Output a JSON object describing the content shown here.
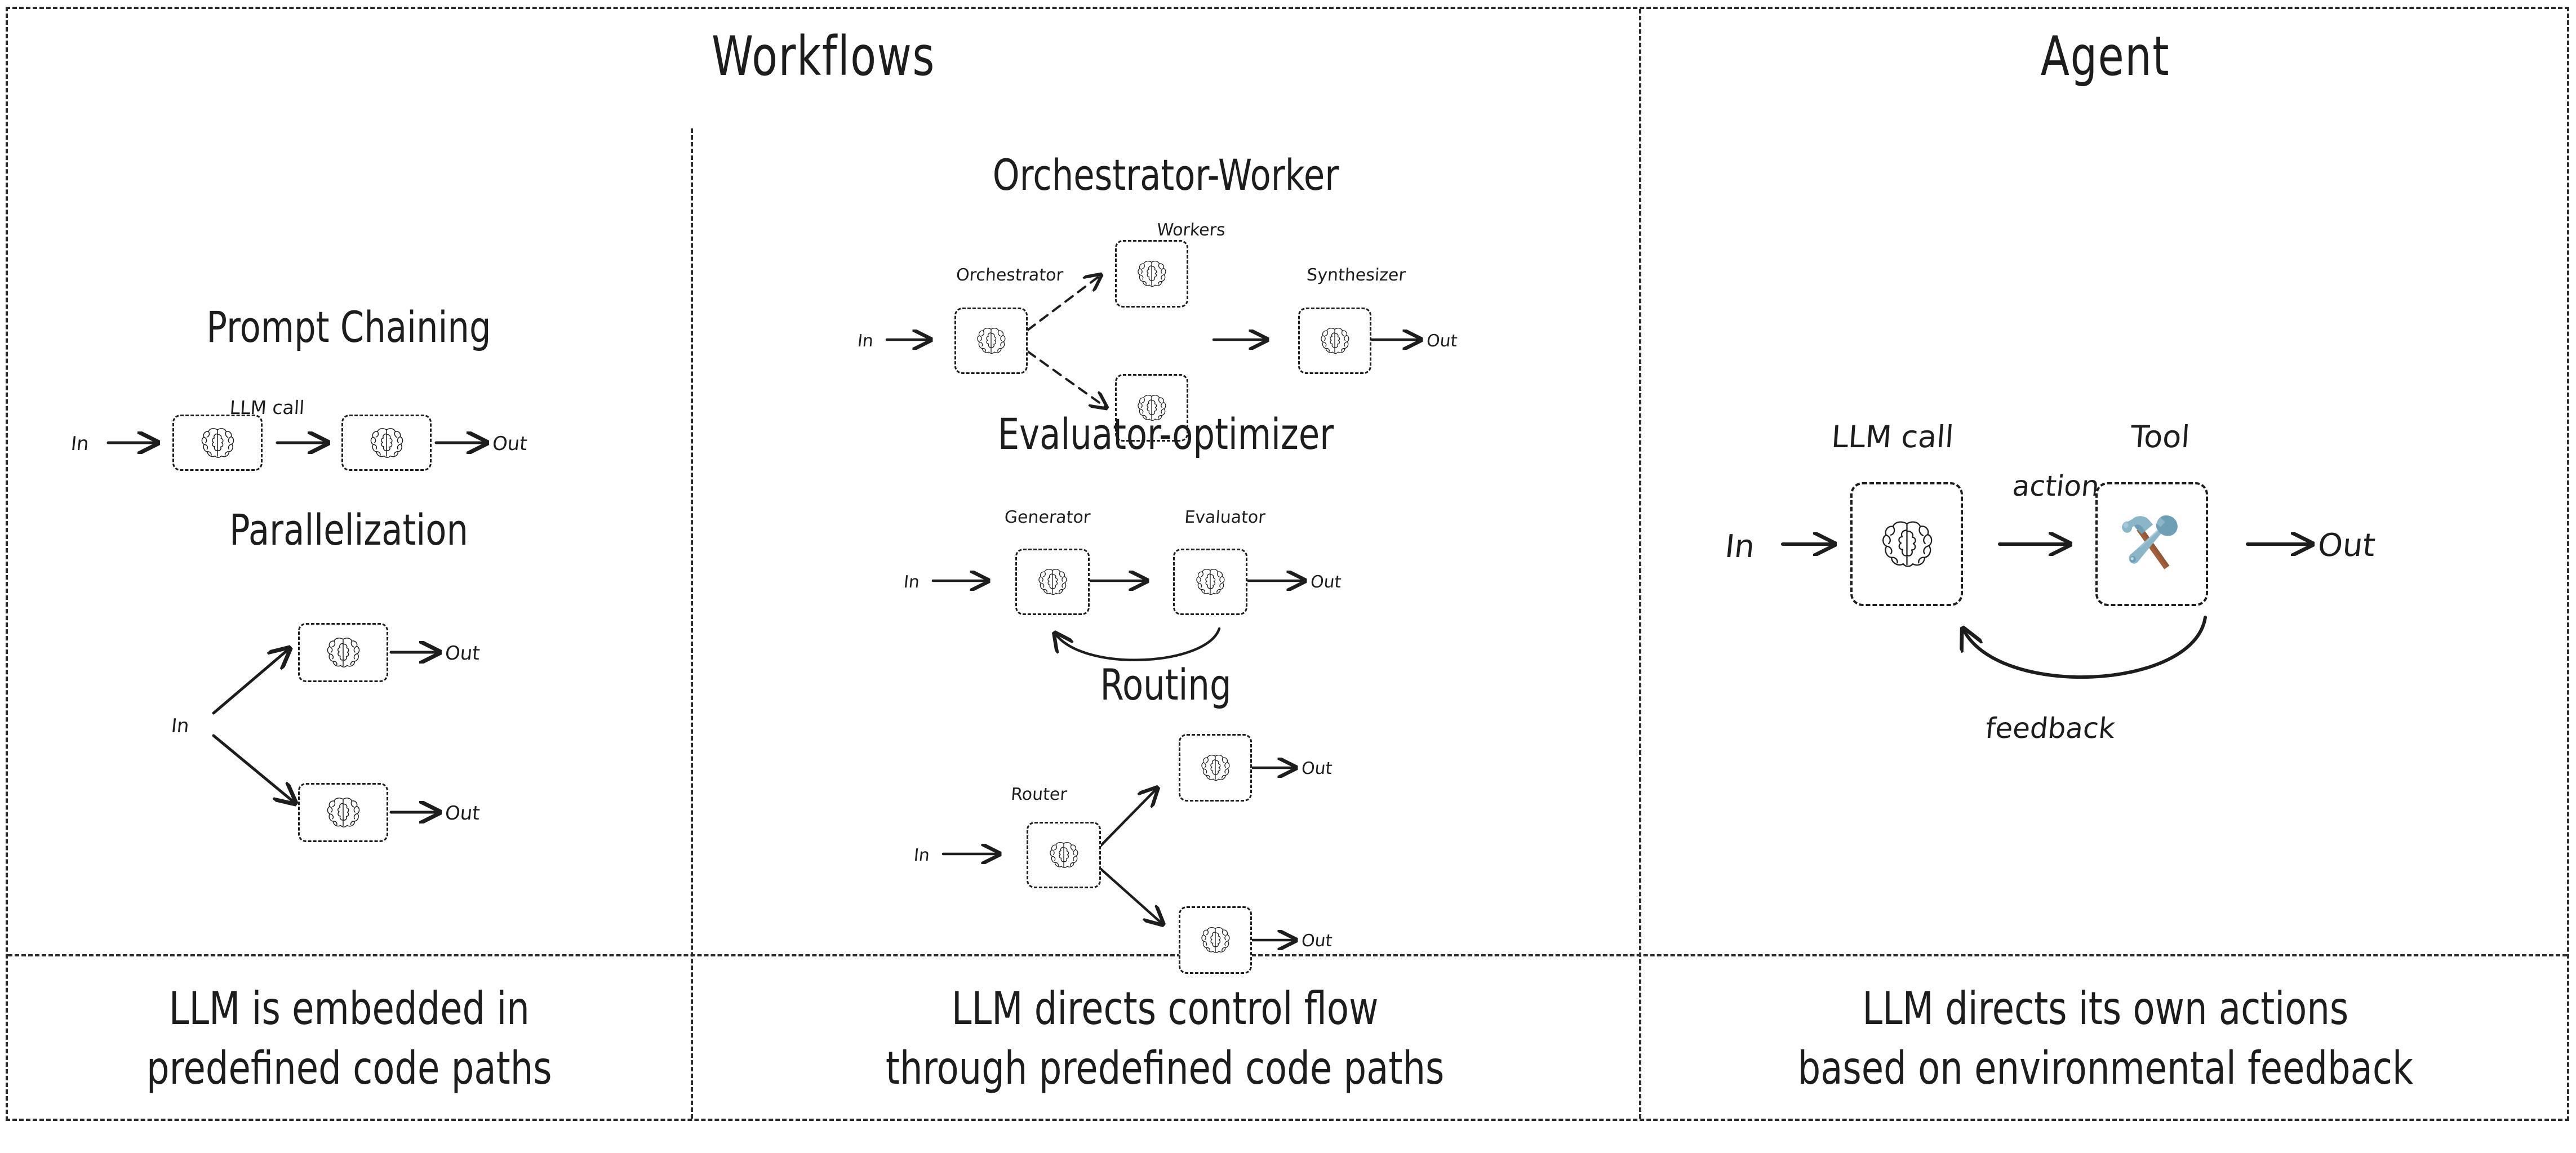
{
  "headers": {
    "workflows": "Workflows",
    "agent": "Agent"
  },
  "colors": {
    "ink": "#1d1d1d",
    "border": "#2b2b2b",
    "background": "#ffffff",
    "tool_metal": "#8bb6c8",
    "tool_metal_dark": "#6f9fb4",
    "tool_handle": "#a0603a"
  },
  "icons": {
    "brain": "brain-icon",
    "tool": "hammer-and-wrench-icon"
  },
  "io": {
    "in": "In",
    "out": "Out"
  },
  "patterns": [
    {
      "id": "prompt-chaining",
      "title": "Prompt Chaining",
      "column": "workflows-left",
      "node_labels": [
        "LLM call"
      ],
      "in_label": "In",
      "out_label": "Out",
      "nodes": 2
    },
    {
      "id": "parallelization",
      "title": "Parallelization",
      "column": "workflows-left",
      "node_labels": [],
      "in_label": "In",
      "out_labels": [
        "Out",
        "Out"
      ],
      "nodes": 2
    },
    {
      "id": "orchestrator-worker",
      "title": "Orchestrator-Worker",
      "column": "workflows-right",
      "node_labels": [
        "Orchestrator",
        "Workers",
        "Synthesizer"
      ],
      "in_label": "In",
      "out_label": "Out",
      "nodes": 4
    },
    {
      "id": "evaluator-optimizer",
      "title": "Evaluator-optimizer",
      "column": "workflows-right",
      "node_labels": [
        "Generator",
        "Evaluator"
      ],
      "in_label": "In",
      "out_label": "Out",
      "nodes": 2
    },
    {
      "id": "routing",
      "title": "Routing",
      "column": "workflows-right",
      "node_labels": [
        "Router"
      ],
      "in_label": "In",
      "out_labels": [
        "Out",
        "Out"
      ],
      "nodes": 3
    },
    {
      "id": "agent-loop",
      "title": "",
      "column": "agent",
      "node_labels": [
        "LLM call",
        "Tool"
      ],
      "edge_labels": [
        "action",
        "feedback"
      ],
      "in_label": "In",
      "out_label": "Out",
      "nodes": 2
    }
  ],
  "captions": {
    "workflows_left": {
      "line1": "LLM is embedded in",
      "line2": "predefined code paths"
    },
    "workflows_right": {
      "line1": "LLM directs control flow",
      "line2": "through predefined code paths"
    },
    "agent": {
      "line1": "LLM directs its own actions",
      "line2": "based on environmental feedback"
    }
  }
}
